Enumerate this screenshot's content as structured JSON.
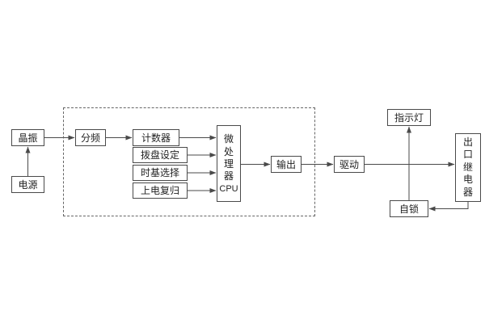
{
  "diagram": {
    "boxes": {
      "crystal": "晶振",
      "power": "电源",
      "divider": "分频",
      "counter": "计数器",
      "dial_setting": "拨盘设定",
      "timebase_select": "时基选择",
      "power_on_reset": "上电复归",
      "mpu": "微处理器",
      "mpu_cpu": "CPU",
      "output": "输出",
      "drive": "驱动",
      "indicator_light": "指示灯",
      "outlet_relay": "出口继电器",
      "self_lock": "自锁"
    },
    "colors": {
      "line": "#4a4a4a",
      "background": "#ffffff",
      "text": "#222222"
    }
  }
}
